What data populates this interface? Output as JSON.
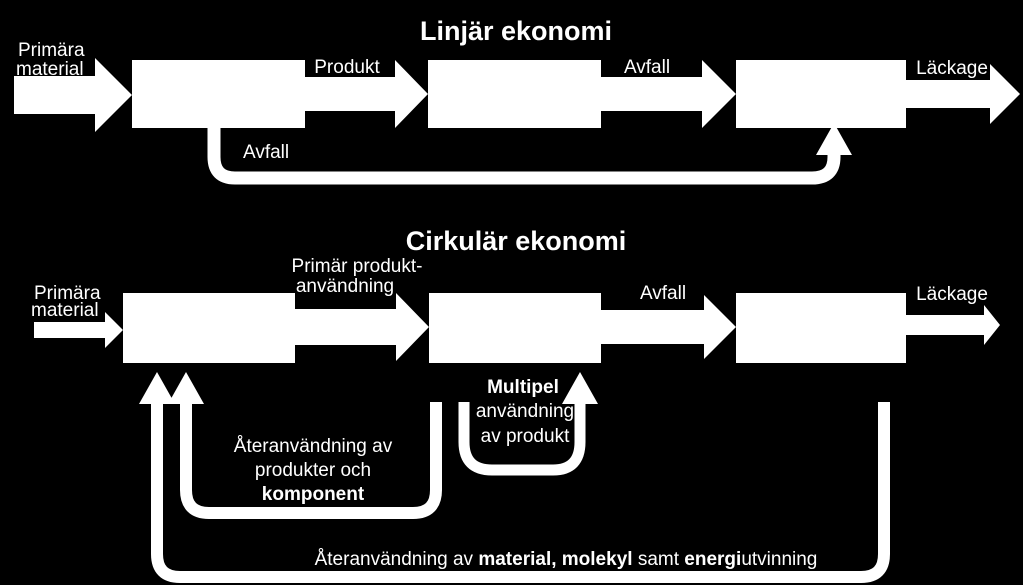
{
  "colors": {
    "background": "#000000",
    "foreground": "#ffffff"
  },
  "linear": {
    "title": "Linjär ekonomi",
    "input_label_line1": "Primära",
    "input_label_line2": "material",
    "flow1_label": "Produkt",
    "flow2_label": "Avfall",
    "output_label": "Läckage",
    "loop_label": "Avfall"
  },
  "circular": {
    "title": "Cirkulär ekonomi",
    "input_label_line1": "Primära",
    "input_label_line2": "material",
    "flow1_label_line1": "Primär produkt-",
    "flow1_label_line2": "användning",
    "flow2_label": "Avfall",
    "output_label": "Läckage",
    "multi_loop": {
      "line1": "Multipel",
      "line2": "användning",
      "line3": "av produkt"
    },
    "component_loop": {
      "line1": "Återanvändning av",
      "line2": "produkter och",
      "line3": "komponent"
    },
    "material_loop": {
      "part1": "Återanvändning av ",
      "part2_bold": "material, molekyl",
      "part3": " samt ",
      "part4_bold": "energi",
      "part5": "utvinning"
    }
  }
}
